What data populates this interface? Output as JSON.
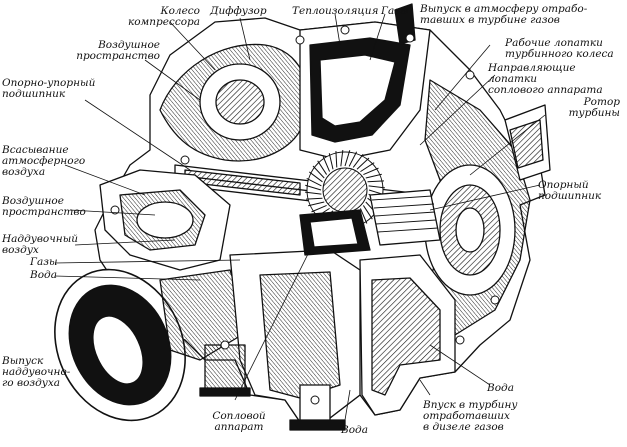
{
  "labels": {
    "koleso": "Колесо\nкомпрессора",
    "diffuzor": "Диффузор",
    "teploizol": "Теплоизоляция",
    "gazy_top": "Газы",
    "vypusk_atm": "Выпуск в атмосферу отрабо-\nтавших в турбине газов",
    "vozd_prostr_top": "Воздушное\nпространство",
    "rab_lopatki": "Рабочие лопатки\nтурбинного колеса",
    "napr_lopatki": "Направляющие лопатки\nсоплового аппарата",
    "oporno_upor": "Опорно-упорный\nподшипник",
    "rotor": "Ротор\nтурбины",
    "vsasyvanie": "Всасывание\nатмосферного\nвоздуха",
    "oporny": "Опорный\nподшипник",
    "vozd_prostr_left": "Воздушное\nпространство",
    "nadduv": "Наддувочный\nвоздух",
    "gazy_left": "Газы",
    "voda_left": "Вода",
    "vypusk_nadduv": "Выпуск\nнаддувочно-\nго воздуха",
    "voda_right": "Вода",
    "soplovoy": "Сопловой\nаппарат",
    "voda_bottom": "Вода",
    "vpusk": "Впуск в турбину\nотработавших\nв дизеле газов"
  }
}
